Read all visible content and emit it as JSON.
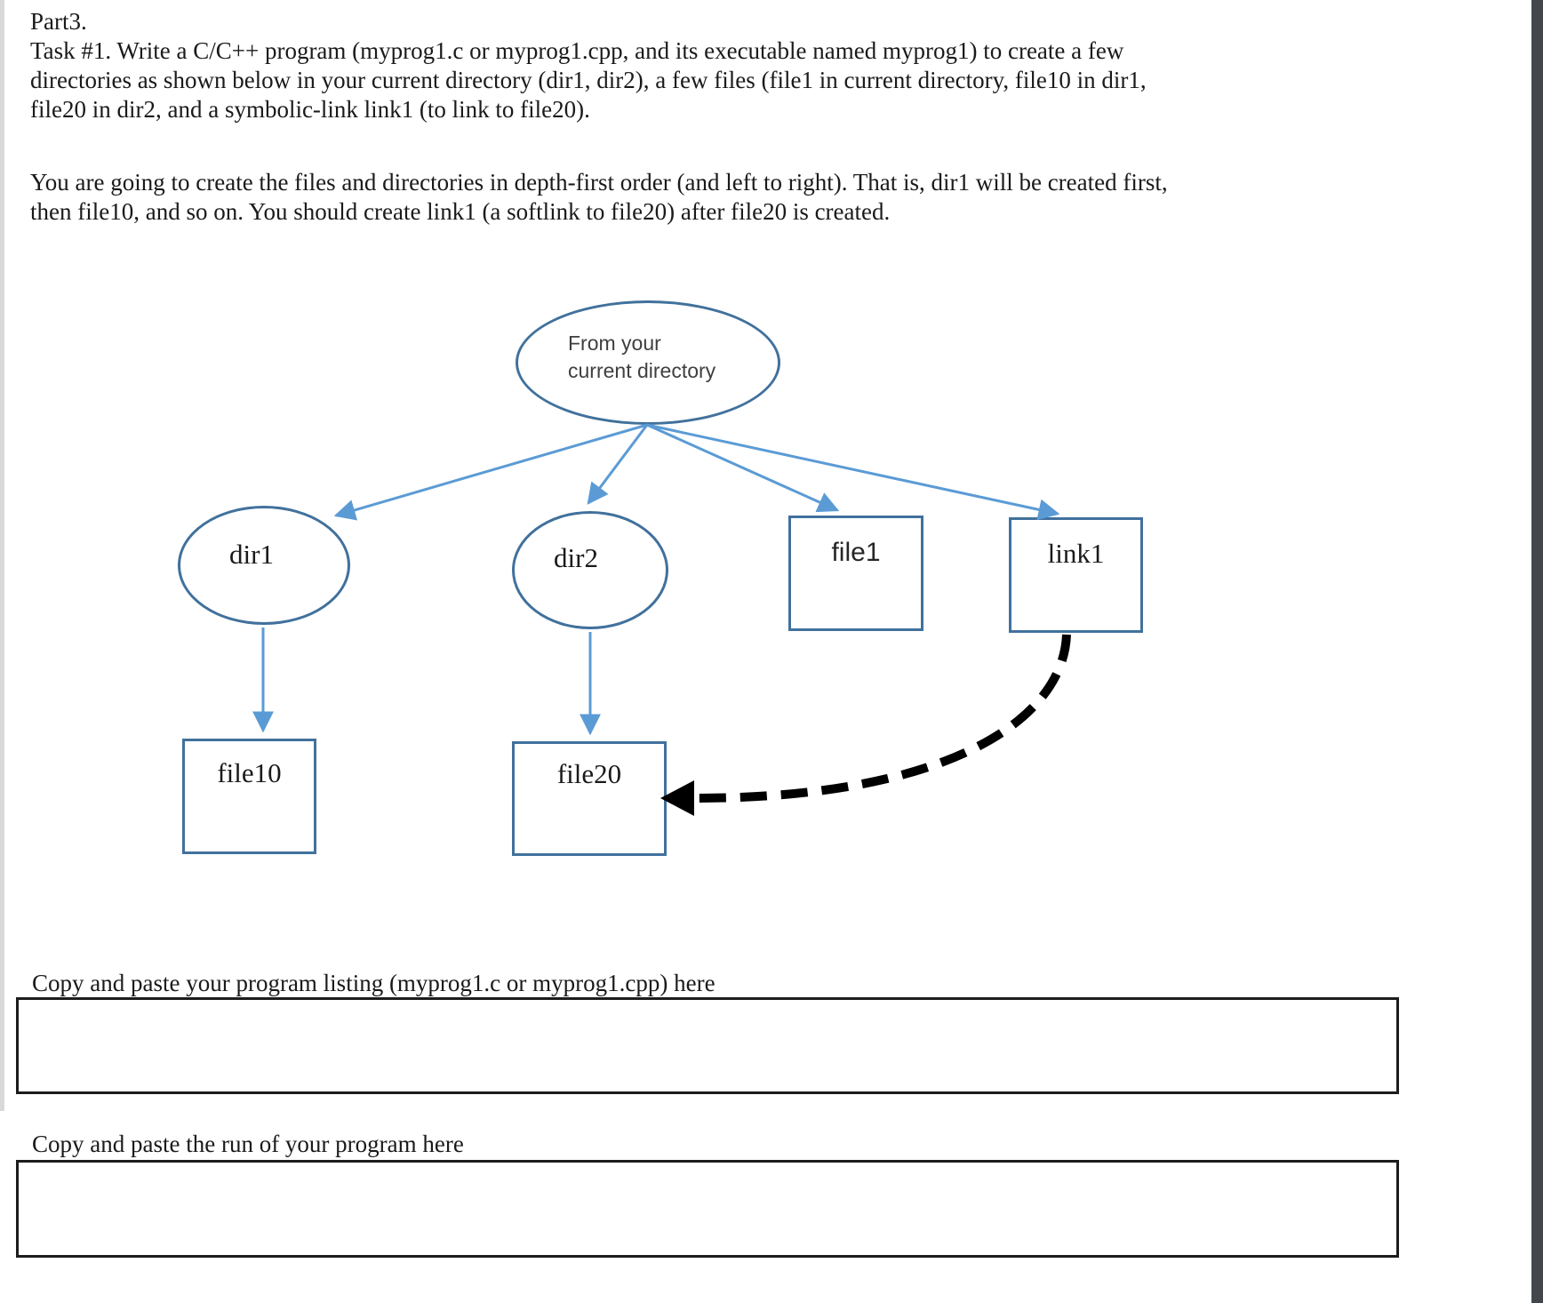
{
  "document": {
    "heading": "Part3.",
    "task_lines": [
      "Task #1. Write a C/C++ program (myprog1.c or myprog1.cpp, and its executable named myprog1) to create a few",
      "directories as shown below in your current directory (dir1, dir2), a few files (file1 in current directory, file10 in dir1,",
      "file20 in dir2, and a symbolic-link link1 (to link to file20)."
    ],
    "order_lines": [
      "You are going to create the files and directories in depth-first order (and left to right). That is, dir1 will be created first,",
      "then file10, and so on. You should create link1 (a softlink to file20) after file20 is created."
    ],
    "listing_caption": "Copy and paste your program listing (myprog1.c or myprog1.cpp) here",
    "run_caption": "Copy and paste the run of your program here",
    "listing_box_value": "",
    "run_box_value": ""
  },
  "diagram": {
    "root": {
      "line1": "From your",
      "line2": "current directory"
    },
    "nodes": {
      "dir1": {
        "label": "dir1",
        "shape": "ellipse"
      },
      "dir2": {
        "label": "dir2",
        "shape": "ellipse"
      },
      "file1": {
        "label": "file1",
        "shape": "rectangle"
      },
      "link1": {
        "label": "link1",
        "shape": "rectangle"
      },
      "file10": {
        "label": "file10",
        "shape": "rectangle"
      },
      "file20": {
        "label": "file20",
        "shape": "rectangle"
      }
    },
    "edges": [
      {
        "from": "current-directory",
        "to": "dir1",
        "style": "solid-blue-arrow"
      },
      {
        "from": "current-directory",
        "to": "dir2",
        "style": "solid-blue-arrow"
      },
      {
        "from": "current-directory",
        "to": "file1",
        "style": "solid-blue-arrow"
      },
      {
        "from": "current-directory",
        "to": "link1",
        "style": "solid-blue-arrow"
      },
      {
        "from": "dir1",
        "to": "file10",
        "style": "solid-blue-arrow"
      },
      {
        "from": "dir2",
        "to": "file20",
        "style": "solid-blue-arrow"
      },
      {
        "from": "link1",
        "to": "file20",
        "style": "dashed-black-softlink-arrow"
      }
    ],
    "colors": {
      "shape_border": "#41719c",
      "arrow": "#5b9bd5",
      "softlink_arrow": "#000000",
      "node_text": "#1a1a1a",
      "root_text": "#3f3f3f"
    }
  },
  "chrome": {
    "right_strip_color": "#43474c",
    "left_strip_color": "#d9d9d9"
  }
}
